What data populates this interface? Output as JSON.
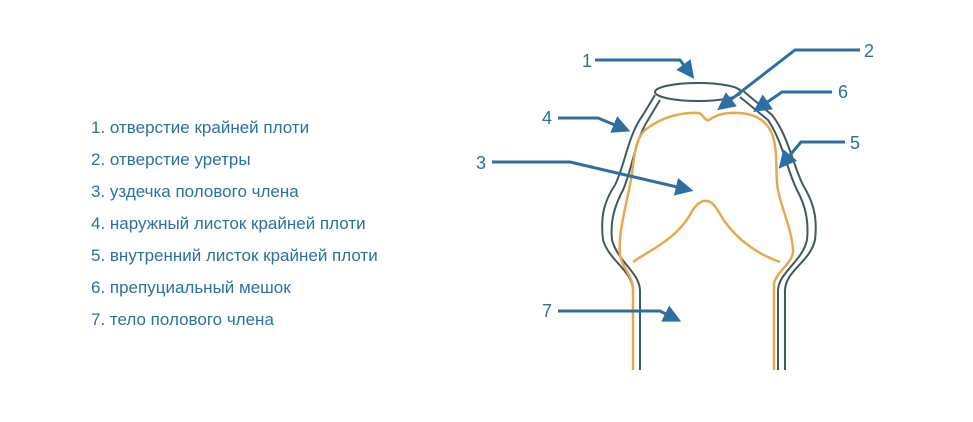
{
  "colors": {
    "text": "#2e6fa3",
    "arrow": "#2e6fa3",
    "skin_outline": "#3d5a60",
    "inner_outline": "#e7a94b"
  },
  "legend": [
    "1. отверстие крайней плоти",
    "2. отверстие уретры",
    "3. уздечка полового члена",
    "4. наружный листок крайней плоти",
    "5. внутренний листок крайней плоти",
    "6. препуциальный мешок",
    "7. тело полового члена"
  ],
  "callouts": [
    "1",
    "2",
    "3",
    "4",
    "5",
    "6",
    "7"
  ]
}
